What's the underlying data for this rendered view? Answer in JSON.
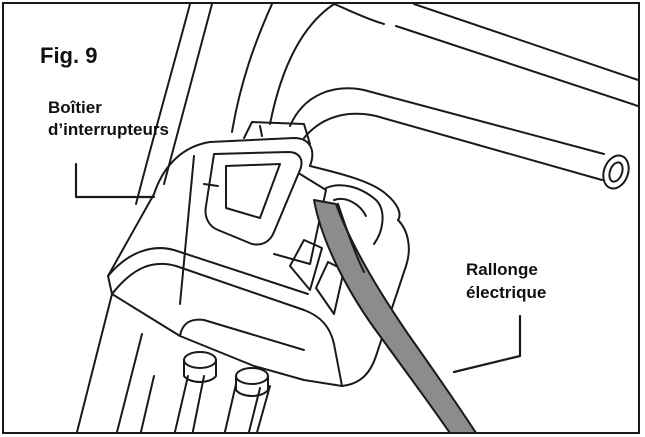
{
  "figure": {
    "title": "Fig. 9",
    "labels": {
      "switch_box": {
        "line1": "Boîtier",
        "line2": "d’interrupteurs"
      },
      "extension_cord": {
        "line1": "Rallonge",
        "line2": "électrique"
      }
    }
  },
  "colors": {
    "line": "#1a1a1a",
    "cord_fill": "#8c8c8c",
    "background": "#ffffff"
  }
}
